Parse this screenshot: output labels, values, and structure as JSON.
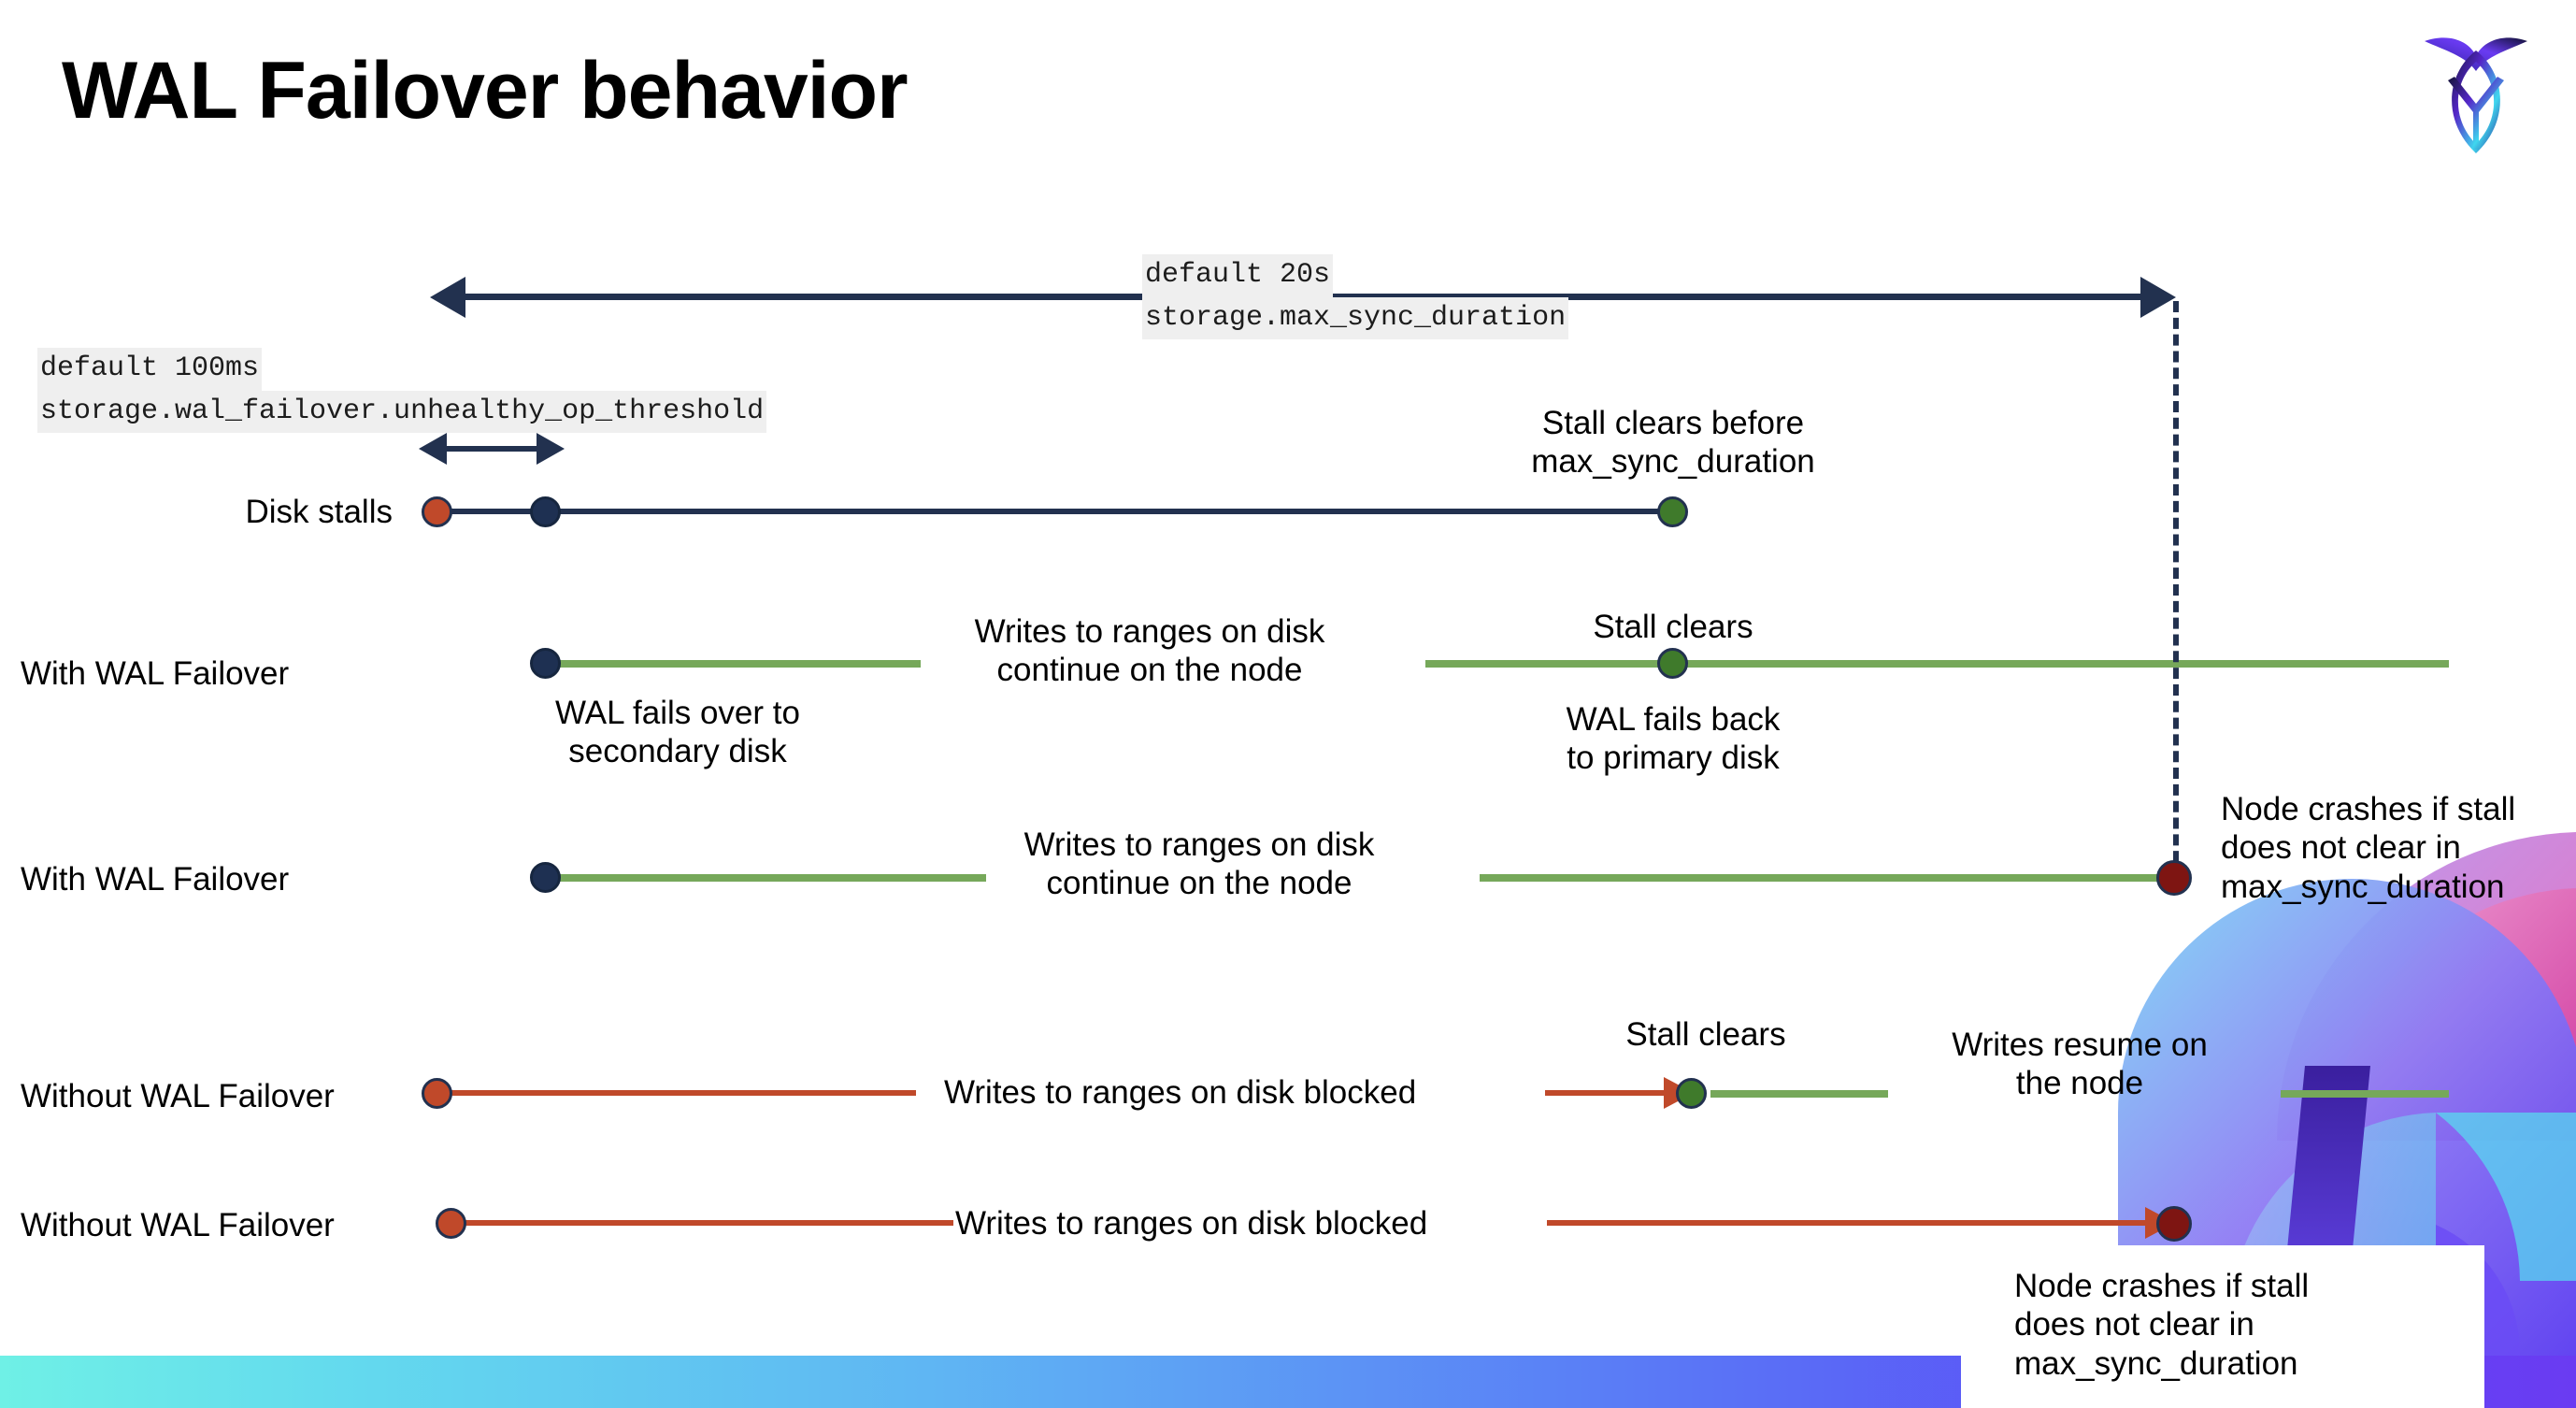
{
  "slide": {
    "title": "WAL Failover behavior",
    "logo_name": "cockroachdb-logo"
  },
  "settings": {
    "max_sync_duration": {
      "default_label": "default 20s",
      "setting_name": "storage.max_sync_duration"
    },
    "unhealthy_op_threshold": {
      "default_label": "default 100ms",
      "setting_name": "storage.wal_failover.unhealthy_op_threshold"
    }
  },
  "rows": [
    {
      "id": "disk-stalls",
      "row_label": "Disk stalls",
      "annotations": [
        {
          "id": "stall-clears-before",
          "text": "Stall clears before\nmax_sync_duration"
        }
      ]
    },
    {
      "id": "with-wal-failover-clears",
      "row_label": "With WAL Failover",
      "annotations": [
        {
          "id": "wal-fails-over",
          "text": "WAL fails over to\nsecondary disk"
        },
        {
          "id": "writes-continue",
          "text": "Writes to ranges on disk\ncontinue on the node"
        },
        {
          "id": "stall-clears",
          "text": "Stall clears"
        },
        {
          "id": "wal-fails-back",
          "text": "WAL fails  back\nto primary disk"
        }
      ]
    },
    {
      "id": "with-wal-failover-crash",
      "row_label": "With WAL Failover",
      "annotations": [
        {
          "id": "writes-continue-2",
          "text": "Writes to ranges on disk\ncontinue on the node"
        },
        {
          "id": "node-crashes-1",
          "text": "Node crashes if stall\ndoes not clear in\nmax_sync_duration"
        }
      ]
    },
    {
      "id": "without-wal-failover-clears",
      "row_label": "Without WAL Failover",
      "annotations": [
        {
          "id": "writes-blocked-1",
          "text": "Writes to ranges on disk  blocked"
        },
        {
          "id": "stall-clears-2",
          "text": "Stall clears"
        },
        {
          "id": "writes-resume",
          "text": "Writes resume on\nthe node"
        }
      ]
    },
    {
      "id": "without-wal-failover-crash",
      "row_label": "Without WAL Failover",
      "annotations": [
        {
          "id": "writes-blocked-2",
          "text": "Writes to ranges on disk  blocked"
        },
        {
          "id": "node-crashes-2",
          "text": "Node crashes if stall\ndoes not clear in\nmax_sync_duration"
        }
      ]
    }
  ],
  "colors": {
    "navy": "#22314f",
    "green": "#76a85a",
    "green_dot": "#3f7a2b",
    "red": "#c0492a",
    "dark_red": "#7e1512",
    "code_bg": "#efefef",
    "bar_gradient_start": "#6ff0e6",
    "bar_gradient_end": "#6a3bf2"
  }
}
